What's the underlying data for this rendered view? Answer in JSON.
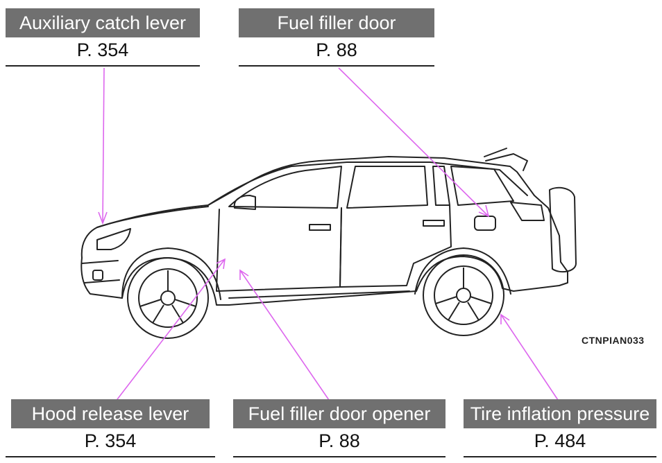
{
  "callouts": {
    "auxiliary_catch_lever": {
      "label": "Auxiliary catch lever",
      "page": "P. 354"
    },
    "fuel_filler_door": {
      "label": "Fuel filler door",
      "page": "P. 88"
    },
    "hood_release_lever": {
      "label": "Hood release lever",
      "page": "P. 354"
    },
    "fuel_filler_door_opener": {
      "label": "Fuel filler door opener",
      "page": "P. 88"
    },
    "tire_inflation_pressure": {
      "label": "Tire inflation pressure",
      "page": "P. 484"
    }
  },
  "figure_code": "CTNPIAN033",
  "colors": {
    "label_bg": "#707070",
    "label_text": "#ffffff",
    "leader_line": "#dd66ee",
    "rule": "#222222"
  }
}
